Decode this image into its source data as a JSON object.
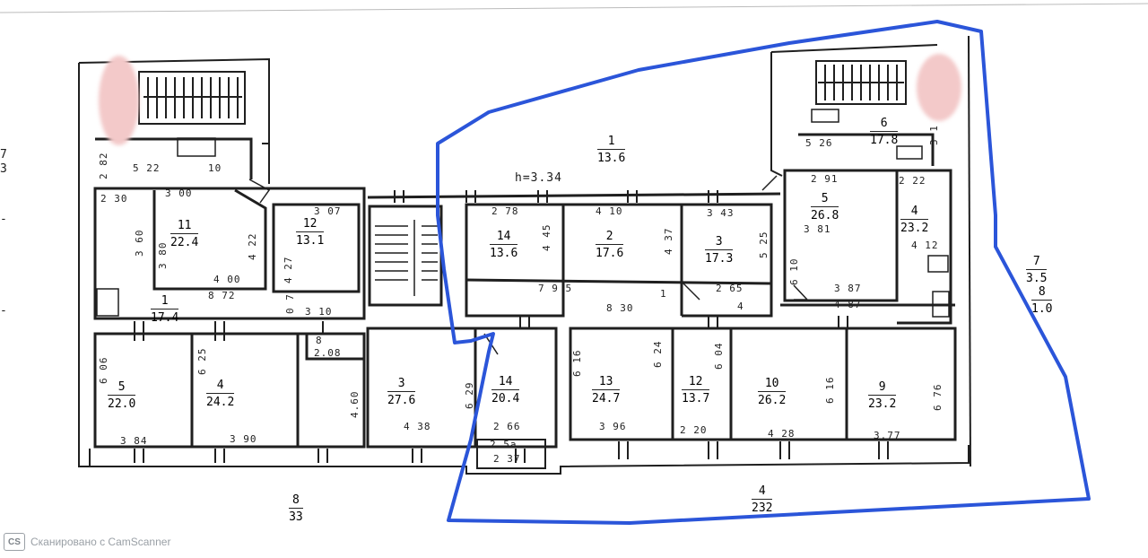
{
  "rooms": [
    {
      "id": "r-left-11",
      "number": "11",
      "area": "22.4"
    },
    {
      "id": "r-left-12",
      "number": "12",
      "area": "13.1"
    },
    {
      "id": "r-left-1",
      "number": "1",
      "area": "17.4"
    },
    {
      "id": "r-left-5",
      "number": "5",
      "area": "22.0"
    },
    {
      "id": "r-left-4",
      "number": "4",
      "area": "24.2"
    },
    {
      "id": "r-left-3",
      "number": "3",
      "area": "27.6"
    },
    {
      "id": "r-left-14",
      "number": "14",
      "area": "20.4"
    },
    {
      "id": "r-c-13",
      "number": "13",
      "area": "24.7"
    },
    {
      "id": "r-c-12",
      "number": "12",
      "area": "13.7"
    },
    {
      "id": "r-c-10",
      "number": "10",
      "area": "26.2"
    },
    {
      "id": "r-c-9",
      "number": "9",
      "area": "23.2"
    },
    {
      "id": "r-c-14",
      "number": "14",
      "area": "13.6"
    },
    {
      "id": "r-c-2",
      "number": "2",
      "area": "17.6"
    },
    {
      "id": "r-c-3",
      "number": "3",
      "area": "17.3"
    },
    {
      "id": "r-r-5",
      "number": "5",
      "area": "26.8"
    },
    {
      "id": "r-r-4",
      "number": "4",
      "area": "23.2"
    },
    {
      "id": "r-r-6",
      "number": "6",
      "area": "17.8"
    },
    {
      "id": "r-courtyard-1",
      "number": "1",
      "area": "13.6"
    },
    {
      "id": "r-bottom-4",
      "number": "4",
      "area": "232"
    },
    {
      "id": "r-bottom-8",
      "number": "8",
      "area": "33"
    },
    {
      "id": "r-right-7",
      "number": "7",
      "area": "3.5"
    },
    {
      "id": "r-right-8",
      "number": "8",
      "area": "1.0"
    }
  ],
  "dimensions": {
    "height_mark": "h=3.34",
    "d_2_30": "2 30",
    "d_3_00": "3 00",
    "d_3_60": "3 60",
    "d_3_80": "3 80",
    "d_4_22": "4 22",
    "d_4_00": "4 00",
    "d_8_72": "8 72",
    "d_3_07": "3 07",
    "d_4_27": "4 27",
    "d_3_10": "3 10",
    "d_0_7": "0 7",
    "d_5_22": "5 22",
    "d_10": "10",
    "d_2_82": "2 82",
    "d_6_06": "6 06",
    "d_6_25": "6 25",
    "d_3_84": "3 84",
    "d_3_90": "3 90",
    "d_8": "8",
    "d_2_08": "2.08",
    "d_4_60": "4.60",
    "d_4_38": "4 38",
    "d_6_29": "6 29",
    "d_2_66": "2 66",
    "d_2_5a": "2.5a",
    "d_2_37": "2 37",
    "d_2_78": "2 78",
    "d_4_10": "4 10",
    "d_3_43": "3 43",
    "d_4_45": "4 45",
    "d_4_37": "4 37",
    "d_5_25": "5 25",
    "d_7_95": "7 9 5",
    "d_1": "1",
    "d_2_65": "2 65",
    "d_4": "4",
    "d_8_30": "8 30",
    "d_6_16": "6 16",
    "d_6_24": "6 24",
    "d_6_04": "6 04",
    "d_3_96": "3 96",
    "d_2_20": "2 20",
    "d_4_28": "4 28",
    "d_3_77": "3.77",
    "d_6_16b": "6 16",
    "d_6_76": "6 76",
    "d_2_91": "2 91",
    "d_2_22": "2 22",
    "d_3_81": "3 81",
    "d_6_10": "6 10",
    "d_3_87": "3 87",
    "d_4_87": "4 87",
    "d_4_12": "4 12",
    "d_5_26": "5 26",
    "d_3_1": "3 1"
  },
  "edge_marks": [
    "7",
    "3",
    "-",
    "-"
  ],
  "footer": {
    "badge": "CS",
    "text": "Сканировано с CamScanner"
  },
  "colors": {
    "highlight": "#2b55d9",
    "ink": "#1b1b1b",
    "redaction": "#f3c9c9"
  }
}
